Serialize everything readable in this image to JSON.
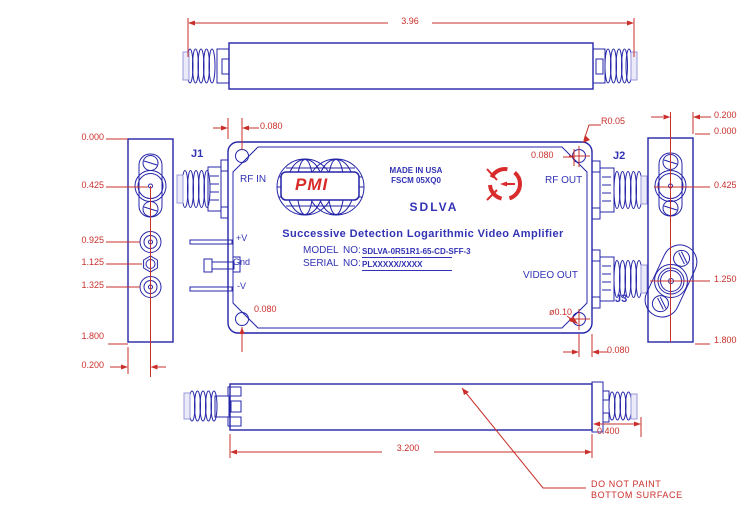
{
  "top_view": {
    "dim_overall_length": "3.96"
  },
  "left_view": {
    "dim_top_edge": "0.000",
    "dim_rf_in_center": "0.425",
    "dim_pin_vplus": "0.925",
    "dim_pin_gnd": "1.125",
    "dim_pin_vminus": "1.325",
    "dim_bottom_edge": "1.800",
    "dim_center_offset": "0.200"
  },
  "front_view": {
    "j1": "J1",
    "j2": "J2",
    "j3": "J3",
    "rf_in": "RF IN",
    "rf_out": "RF OUT",
    "video_out": "VIDEO OUT",
    "pin_plus": "+V",
    "pin_gnd": "Gnd",
    "pin_minus": "-V",
    "logo": "PMI",
    "made_in_usa": "MADE IN USA",
    "fscm": "FSCM 05XQ0",
    "product": "SDLVA",
    "title": "Successive Detection Logarithmic Video Amplifier",
    "model_label": "MODEL",
    "model_no": "NO:",
    "model_value": "SDLVA-0R51R1-65-CD-SFF-3",
    "serial_label": "SERIAL",
    "serial_no": "NO:",
    "serial_value": "PLXXXXX/XXXX",
    "dim_hole_tl": "0.080",
    "dim_corner_radius": "R0.05",
    "dim_hole_tr": "0.080",
    "dim_hole_bl": "0.080",
    "dim_hole_dia": "ø0.10",
    "dim_hole_br": "0.080"
  },
  "right_view": {
    "dim_center_offset": "0.200",
    "dim_top_edge": "0.000",
    "dim_rf_out_center": "0.425",
    "dim_video_out_center": "1.250",
    "dim_bottom_edge": "1.800"
  },
  "bottom_view": {
    "dim_body_length": "3.200",
    "dim_connector_length": "0.400",
    "note_line1": "DO NOT PAINT",
    "note_line2": "BOTTOM SURFACE"
  }
}
